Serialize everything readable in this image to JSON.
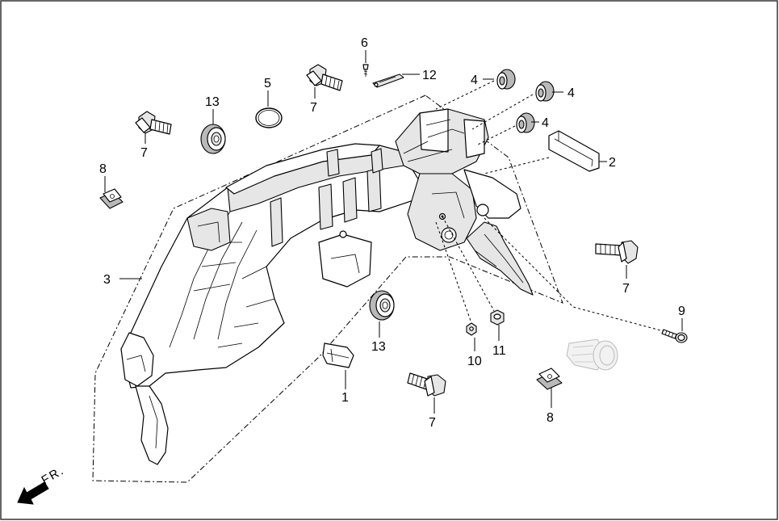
{
  "diagram": {
    "callouts": [
      {
        "id": "c1",
        "text": "1"
      },
      {
        "id": "c2",
        "text": "2"
      },
      {
        "id": "c3",
        "text": "3"
      },
      {
        "id": "c4a",
        "text": "4"
      },
      {
        "id": "c4b",
        "text": "4"
      },
      {
        "id": "c4c",
        "text": "4"
      },
      {
        "id": "c5",
        "text": "5"
      },
      {
        "id": "c6",
        "text": "6"
      },
      {
        "id": "c7a",
        "text": "7"
      },
      {
        "id": "c7b",
        "text": "7"
      },
      {
        "id": "c7c",
        "text": "7"
      },
      {
        "id": "c7d",
        "text": "7"
      },
      {
        "id": "c8a",
        "text": "8"
      },
      {
        "id": "c8b",
        "text": "8"
      },
      {
        "id": "c9",
        "text": "9"
      },
      {
        "id": "c10",
        "text": "10"
      },
      {
        "id": "c11",
        "text": "11"
      },
      {
        "id": "c12",
        "text": "12"
      },
      {
        "id": "c13a",
        "text": "13"
      },
      {
        "id": "c13b",
        "text": "13"
      }
    ],
    "direction_label": "FR.",
    "colors": {
      "line": "#000000",
      "frame": "#333333",
      "background": "#ffffff"
    }
  }
}
